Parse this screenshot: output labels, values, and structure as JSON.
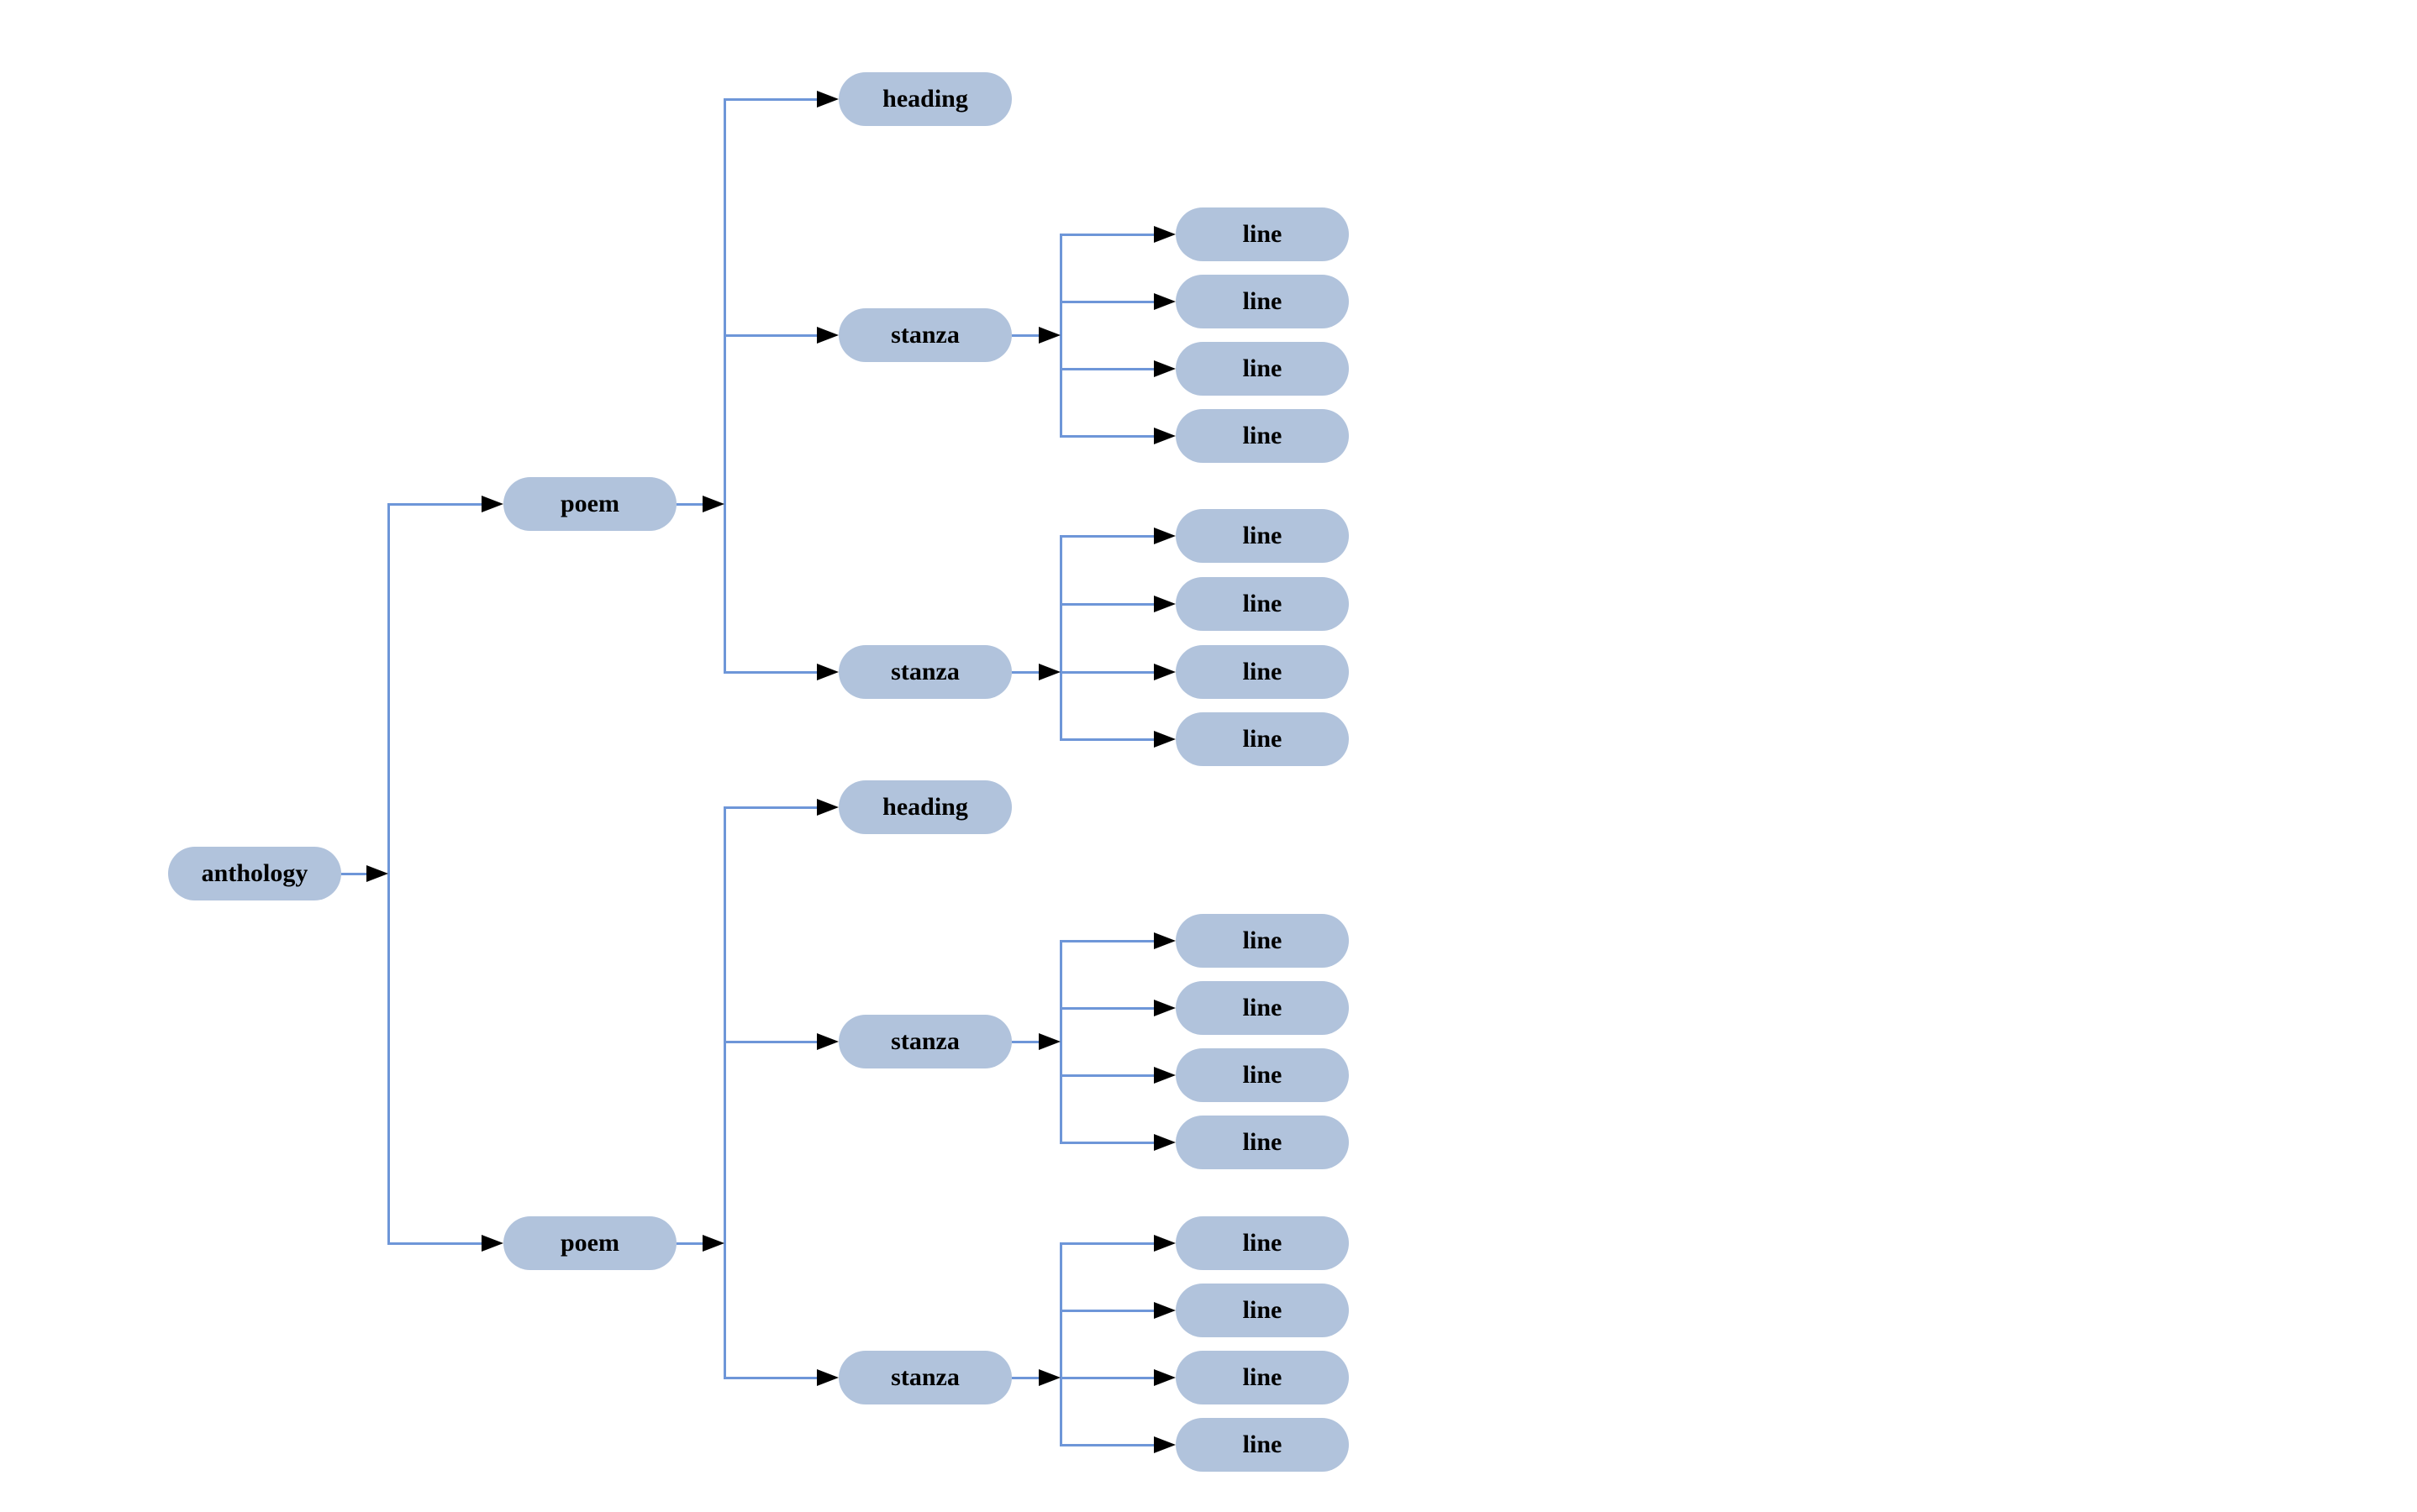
{
  "diagram": {
    "type": "tree",
    "orientation": "left-to-right",
    "colors": {
      "node_fill": "#b1c3dc",
      "edge_line": "#6e96d8",
      "arrowhead": "#000000",
      "node_text": "#000000",
      "background": "#ffffff"
    },
    "tree": {
      "label": "anthology",
      "children": [
        {
          "label": "poem",
          "children": [
            {
              "label": "heading",
              "children": []
            },
            {
              "label": "stanza",
              "children": [
                {
                  "label": "line"
                },
                {
                  "label": "line"
                },
                {
                  "label": "line"
                },
                {
                  "label": "line"
                }
              ]
            },
            {
              "label": "stanza",
              "children": [
                {
                  "label": "line"
                },
                {
                  "label": "line"
                },
                {
                  "label": "line"
                },
                {
                  "label": "line"
                }
              ]
            }
          ]
        },
        {
          "label": "poem",
          "children": [
            {
              "label": "heading",
              "children": []
            },
            {
              "label": "stanza",
              "children": [
                {
                  "label": "line"
                },
                {
                  "label": "line"
                },
                {
                  "label": "line"
                },
                {
                  "label": "line"
                }
              ]
            },
            {
              "label": "stanza",
              "children": [
                {
                  "label": "line"
                },
                {
                  "label": "line"
                },
                {
                  "label": "line"
                },
                {
                  "label": "line"
                }
              ]
            }
          ]
        }
      ]
    }
  }
}
